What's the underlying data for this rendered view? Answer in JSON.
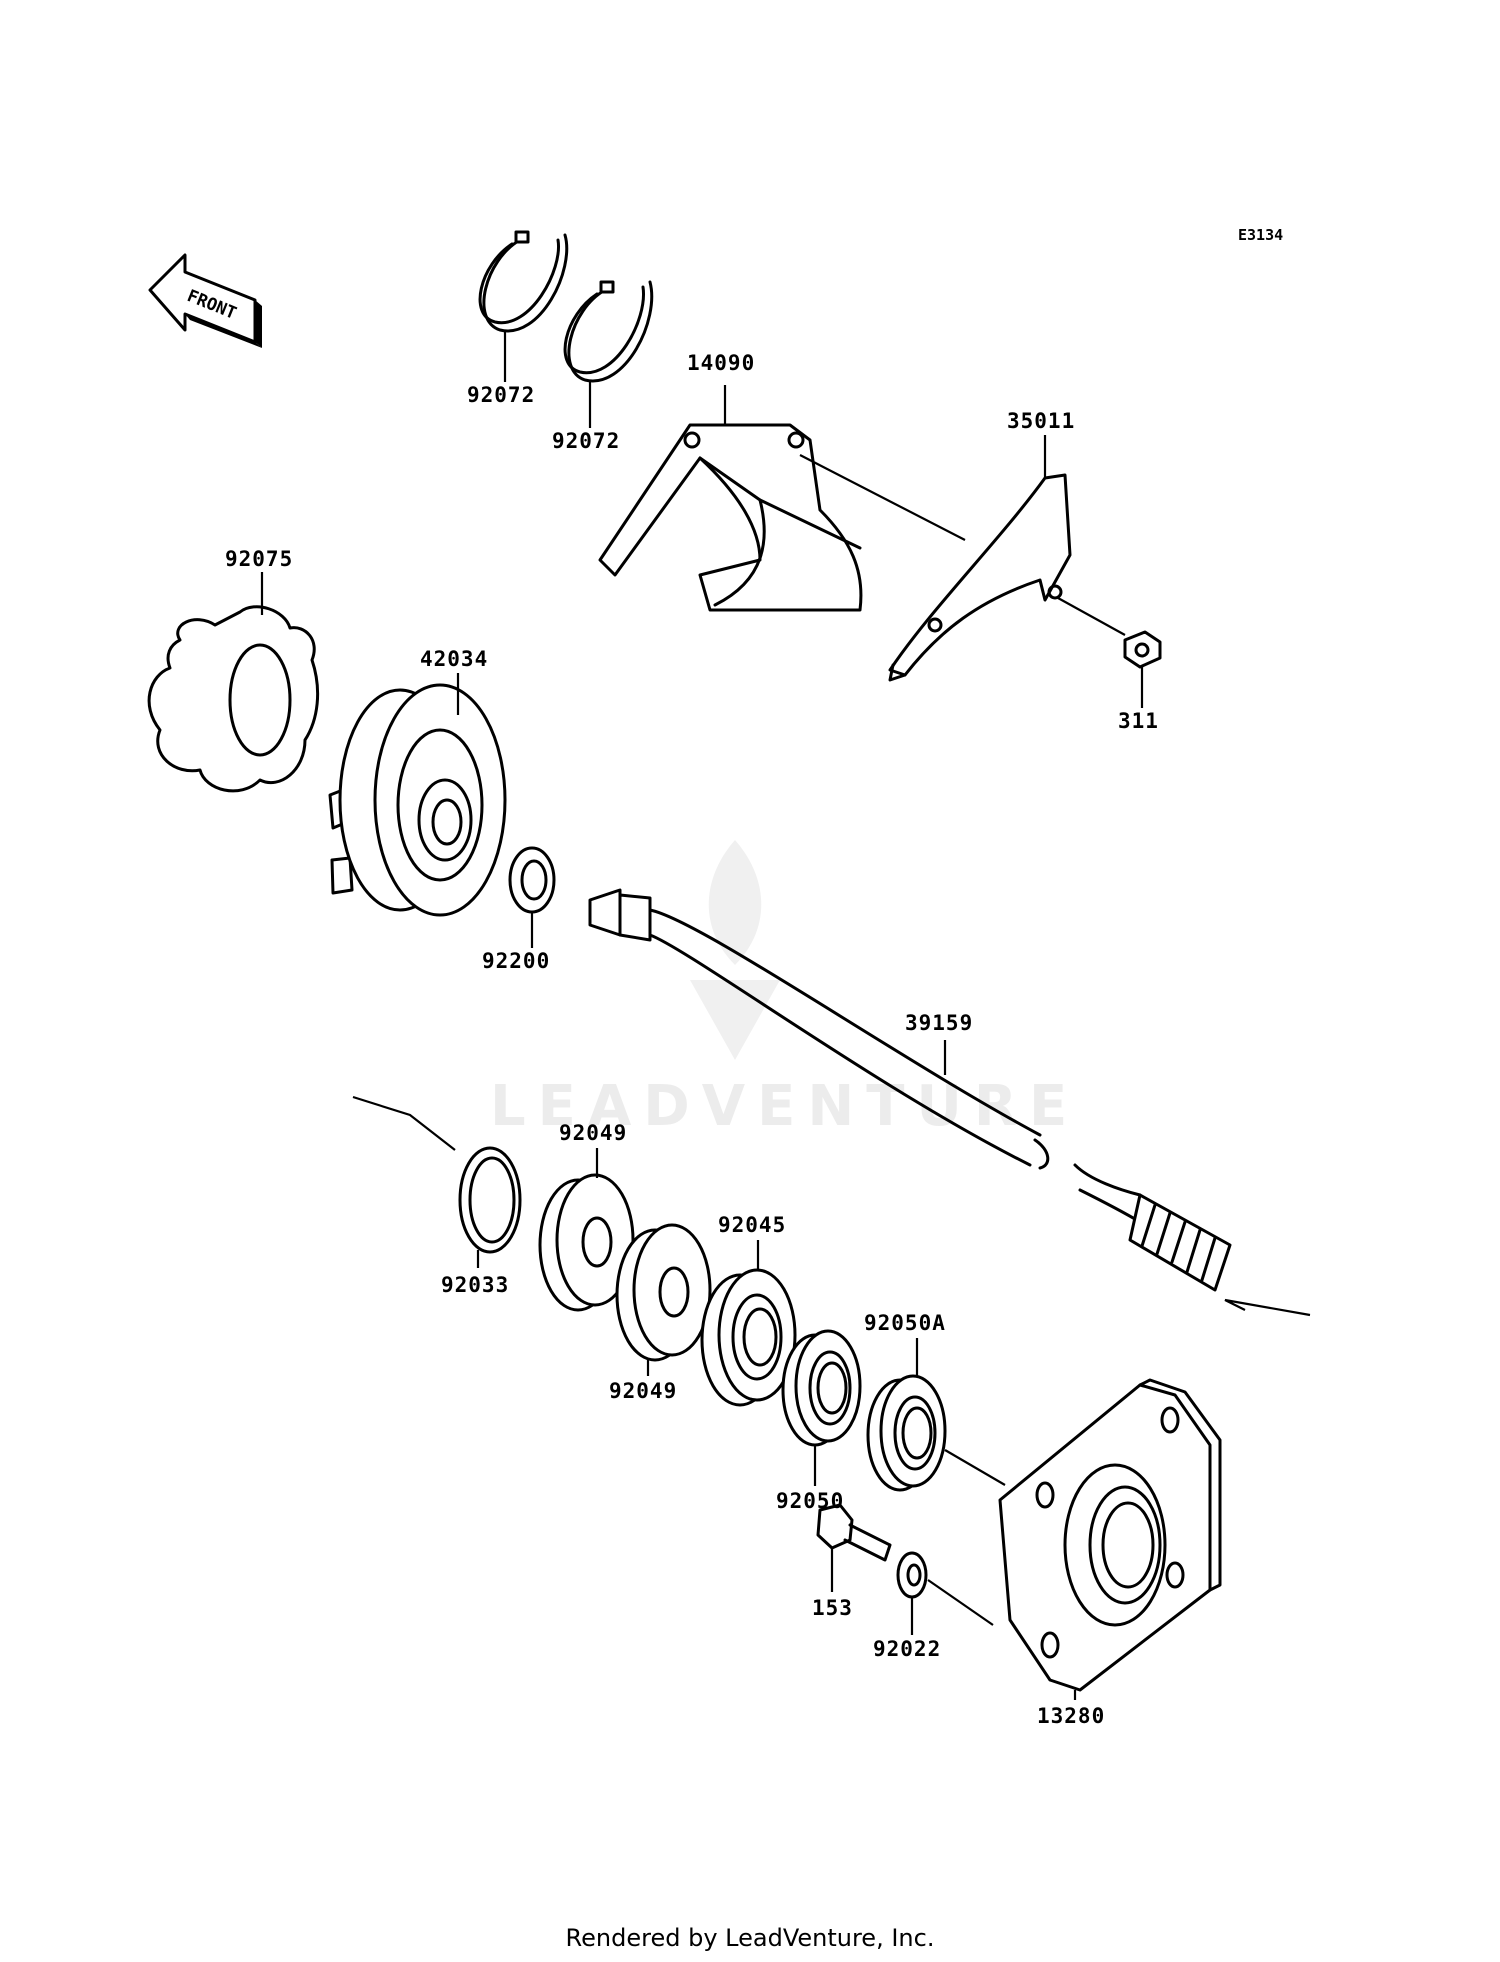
{
  "diagram_code": "E3134",
  "front_label": "FRONT",
  "watermark_text": "LEADVENTURE",
  "footer_text": "Rendered by LeadVenture, Inc.",
  "callouts": {
    "p92072a": "92072",
    "p92072b": "92072",
    "p14090": "14090",
    "p35011": "35011",
    "p311": "311",
    "p92075": "92075",
    "p42034": "42034",
    "p92200": "92200",
    "p39159": "39159",
    "p92049a": "92049",
    "p92033": "92033",
    "p92045": "92045",
    "p92049b": "92049",
    "p92050A": "92050A",
    "p92050": "92050",
    "p153": "153",
    "p92022": "92022",
    "p13280": "13280"
  }
}
